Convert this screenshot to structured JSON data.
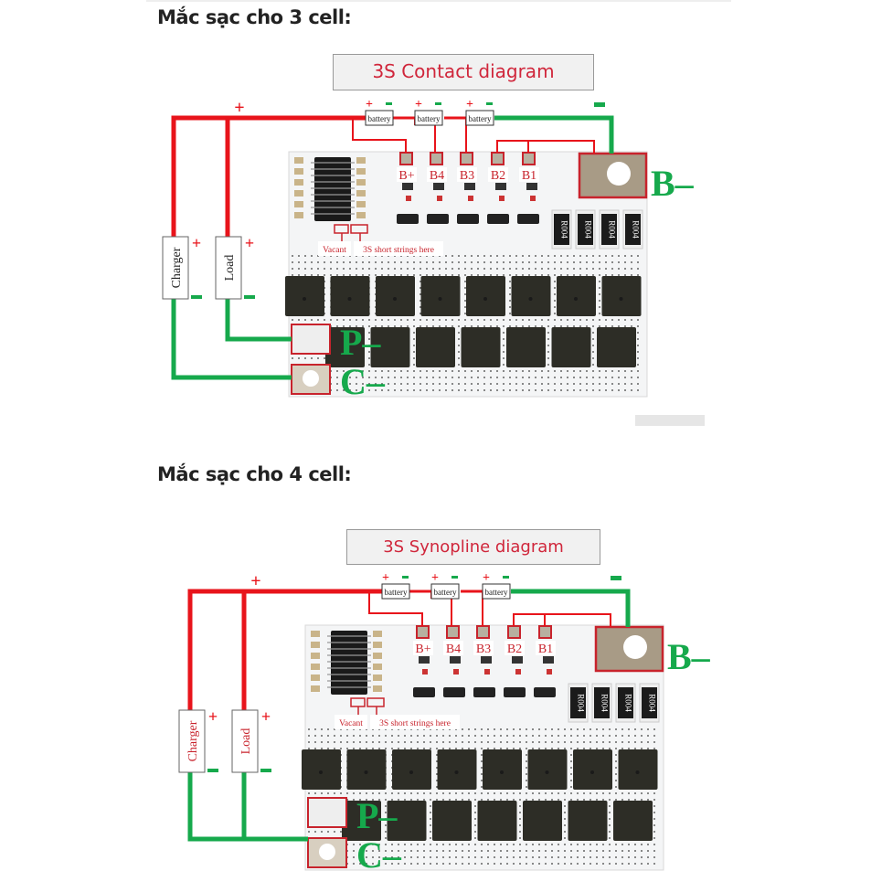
{
  "sections": [
    {
      "heading": "Mắc sạc cho 3 cell:",
      "diagram_title": "3S Contact diagram"
    },
    {
      "heading": "Mắc sạc cho 4 cell:",
      "diagram_title": "3S Synopline diagram"
    }
  ],
  "labels": {
    "battery": "battery",
    "plus": "+",
    "minus": "-",
    "charger": "Charger",
    "load": "Load",
    "vacant": "Vacant",
    "short_strings": "3S short strings here",
    "b_minus": "B–",
    "p_minus": "P–",
    "c_minus": "C–",
    "pads": [
      "B+",
      "B4",
      "B3",
      "B2",
      "B1"
    ],
    "resistor_code": "R004"
  },
  "colors": {
    "positive_wire": "#e8141b",
    "negative_wire": "#16a94c",
    "callout": "#c8232c",
    "title_text": "#d0263b"
  }
}
